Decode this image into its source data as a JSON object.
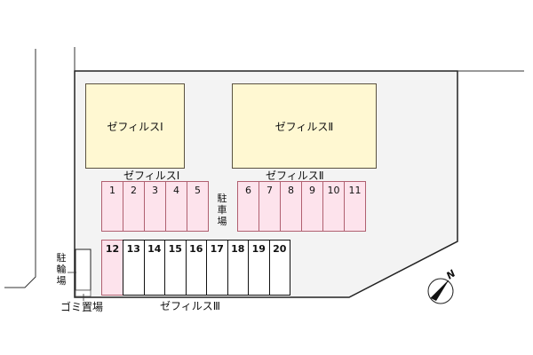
{
  "map": {
    "buildings": [
      {
        "id": "building-1",
        "label": "ゼフィルスⅠ"
      },
      {
        "id": "building-2",
        "label": "ゼフィルスⅡ"
      }
    ],
    "parking_group_labels": {
      "group1": "ゼフィルスⅠ",
      "group2": "ゼフィルスⅡ",
      "group3": "ゼフィルスⅢ"
    },
    "parking_lot_label": [
      "駐",
      "車",
      "場"
    ],
    "bicycle_parking_label": [
      "駐",
      "輪",
      "場"
    ],
    "garbage_area_label": "ゴミ置場",
    "compass_label": "N",
    "stalls_row1_left": [
      "1",
      "2",
      "3",
      "4",
      "5"
    ],
    "stalls_row1_right": [
      "6",
      "7",
      "8",
      "9",
      "10",
      "11"
    ],
    "stalls_row2": [
      "12",
      "13",
      "14",
      "15",
      "16",
      "17",
      "18",
      "19",
      "20"
    ],
    "colors": {
      "lot_fill": "#f3f3f3",
      "building_fill": "#fff8d2",
      "stall_pink": "#fde3ec",
      "stall_border": "#b06070",
      "line": "#222222"
    }
  }
}
